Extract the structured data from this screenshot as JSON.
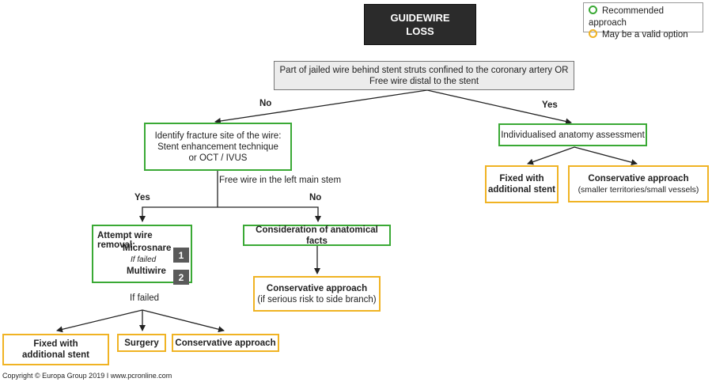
{
  "title": [
    "GUIDEWIRE",
    "LOSS"
  ],
  "legend": {
    "items": [
      {
        "label": "Recommended approach",
        "color": "#3aa935"
      },
      {
        "label": "May be a valid option",
        "color": "#f0b323"
      }
    ]
  },
  "question": [
    "Part of jailed wire behind stent struts confined to the coronary artery OR",
    "Free wire distal to the stent"
  ],
  "branch_no": "No",
  "branch_yes": "Yes",
  "left": {
    "identify": [
      "Identify fracture site of the wire:",
      "Stent enhancement technique",
      "or OCT / IVUS"
    ],
    "sub_question": "Free wire in the left main stem",
    "yes": "Yes",
    "no": "No",
    "attempt": {
      "heading": "Attempt wire removal:",
      "step1": "Microsnare",
      "if_failed": "If failed",
      "step2": "Multiwire",
      "badge1": "1",
      "badge2": "2"
    },
    "if_failed": "If failed",
    "outcomes": {
      "fixed": [
        "Fixed with",
        "additional stent"
      ],
      "surgery": "Surgery",
      "conservative": "Conservative approach"
    },
    "consideration": "Consideration of anatomical facts",
    "conservative_side": [
      "Conservative approach",
      "(if serious risk to side branch)"
    ]
  },
  "right": {
    "assessment": "Individualised anatomy assessment",
    "fixed": [
      "Fixed with",
      "additional stent"
    ],
    "conservative": [
      "Conservative approach",
      "(smaller territories/small vessels)"
    ]
  },
  "copyright": "Copyright © Europa Group 2019 I www.pcronline.com"
}
